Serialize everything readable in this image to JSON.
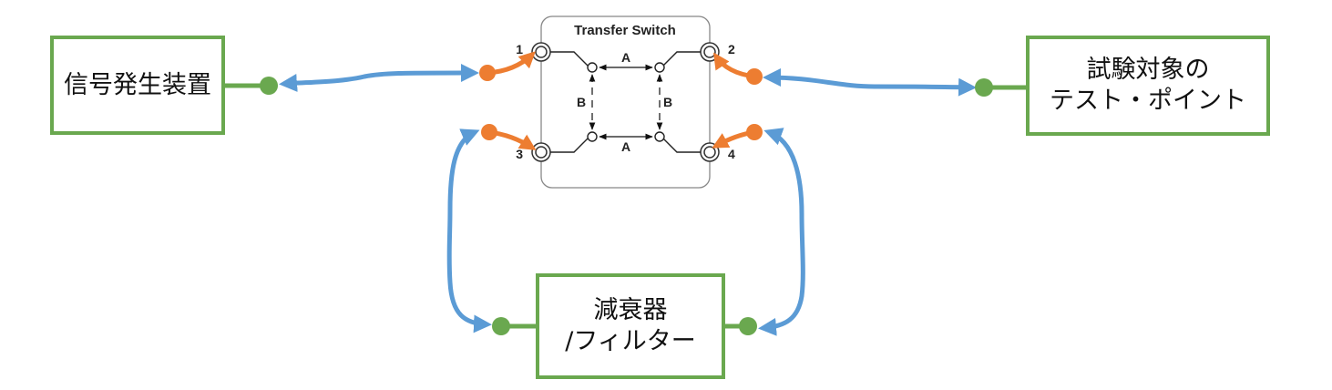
{
  "switch": {
    "title": "Transfer Switch",
    "ports": [
      "1",
      "2",
      "3",
      "4"
    ],
    "paths": {
      "a": "A",
      "b": "B"
    }
  },
  "boxes": {
    "generator": {
      "line1": "信号発生装置"
    },
    "dut": {
      "line1": "試験対象の",
      "line2": "テスト・ポイント"
    },
    "attenuator": {
      "line1": "減衰器",
      "line2": "/フィルター"
    }
  },
  "colors": {
    "box_border": "#6aa84f",
    "connector_dot": "#6aa84f",
    "cable": "#5b9bd5",
    "switch_link": "#ed7d31",
    "switch_outline": "#888888"
  }
}
